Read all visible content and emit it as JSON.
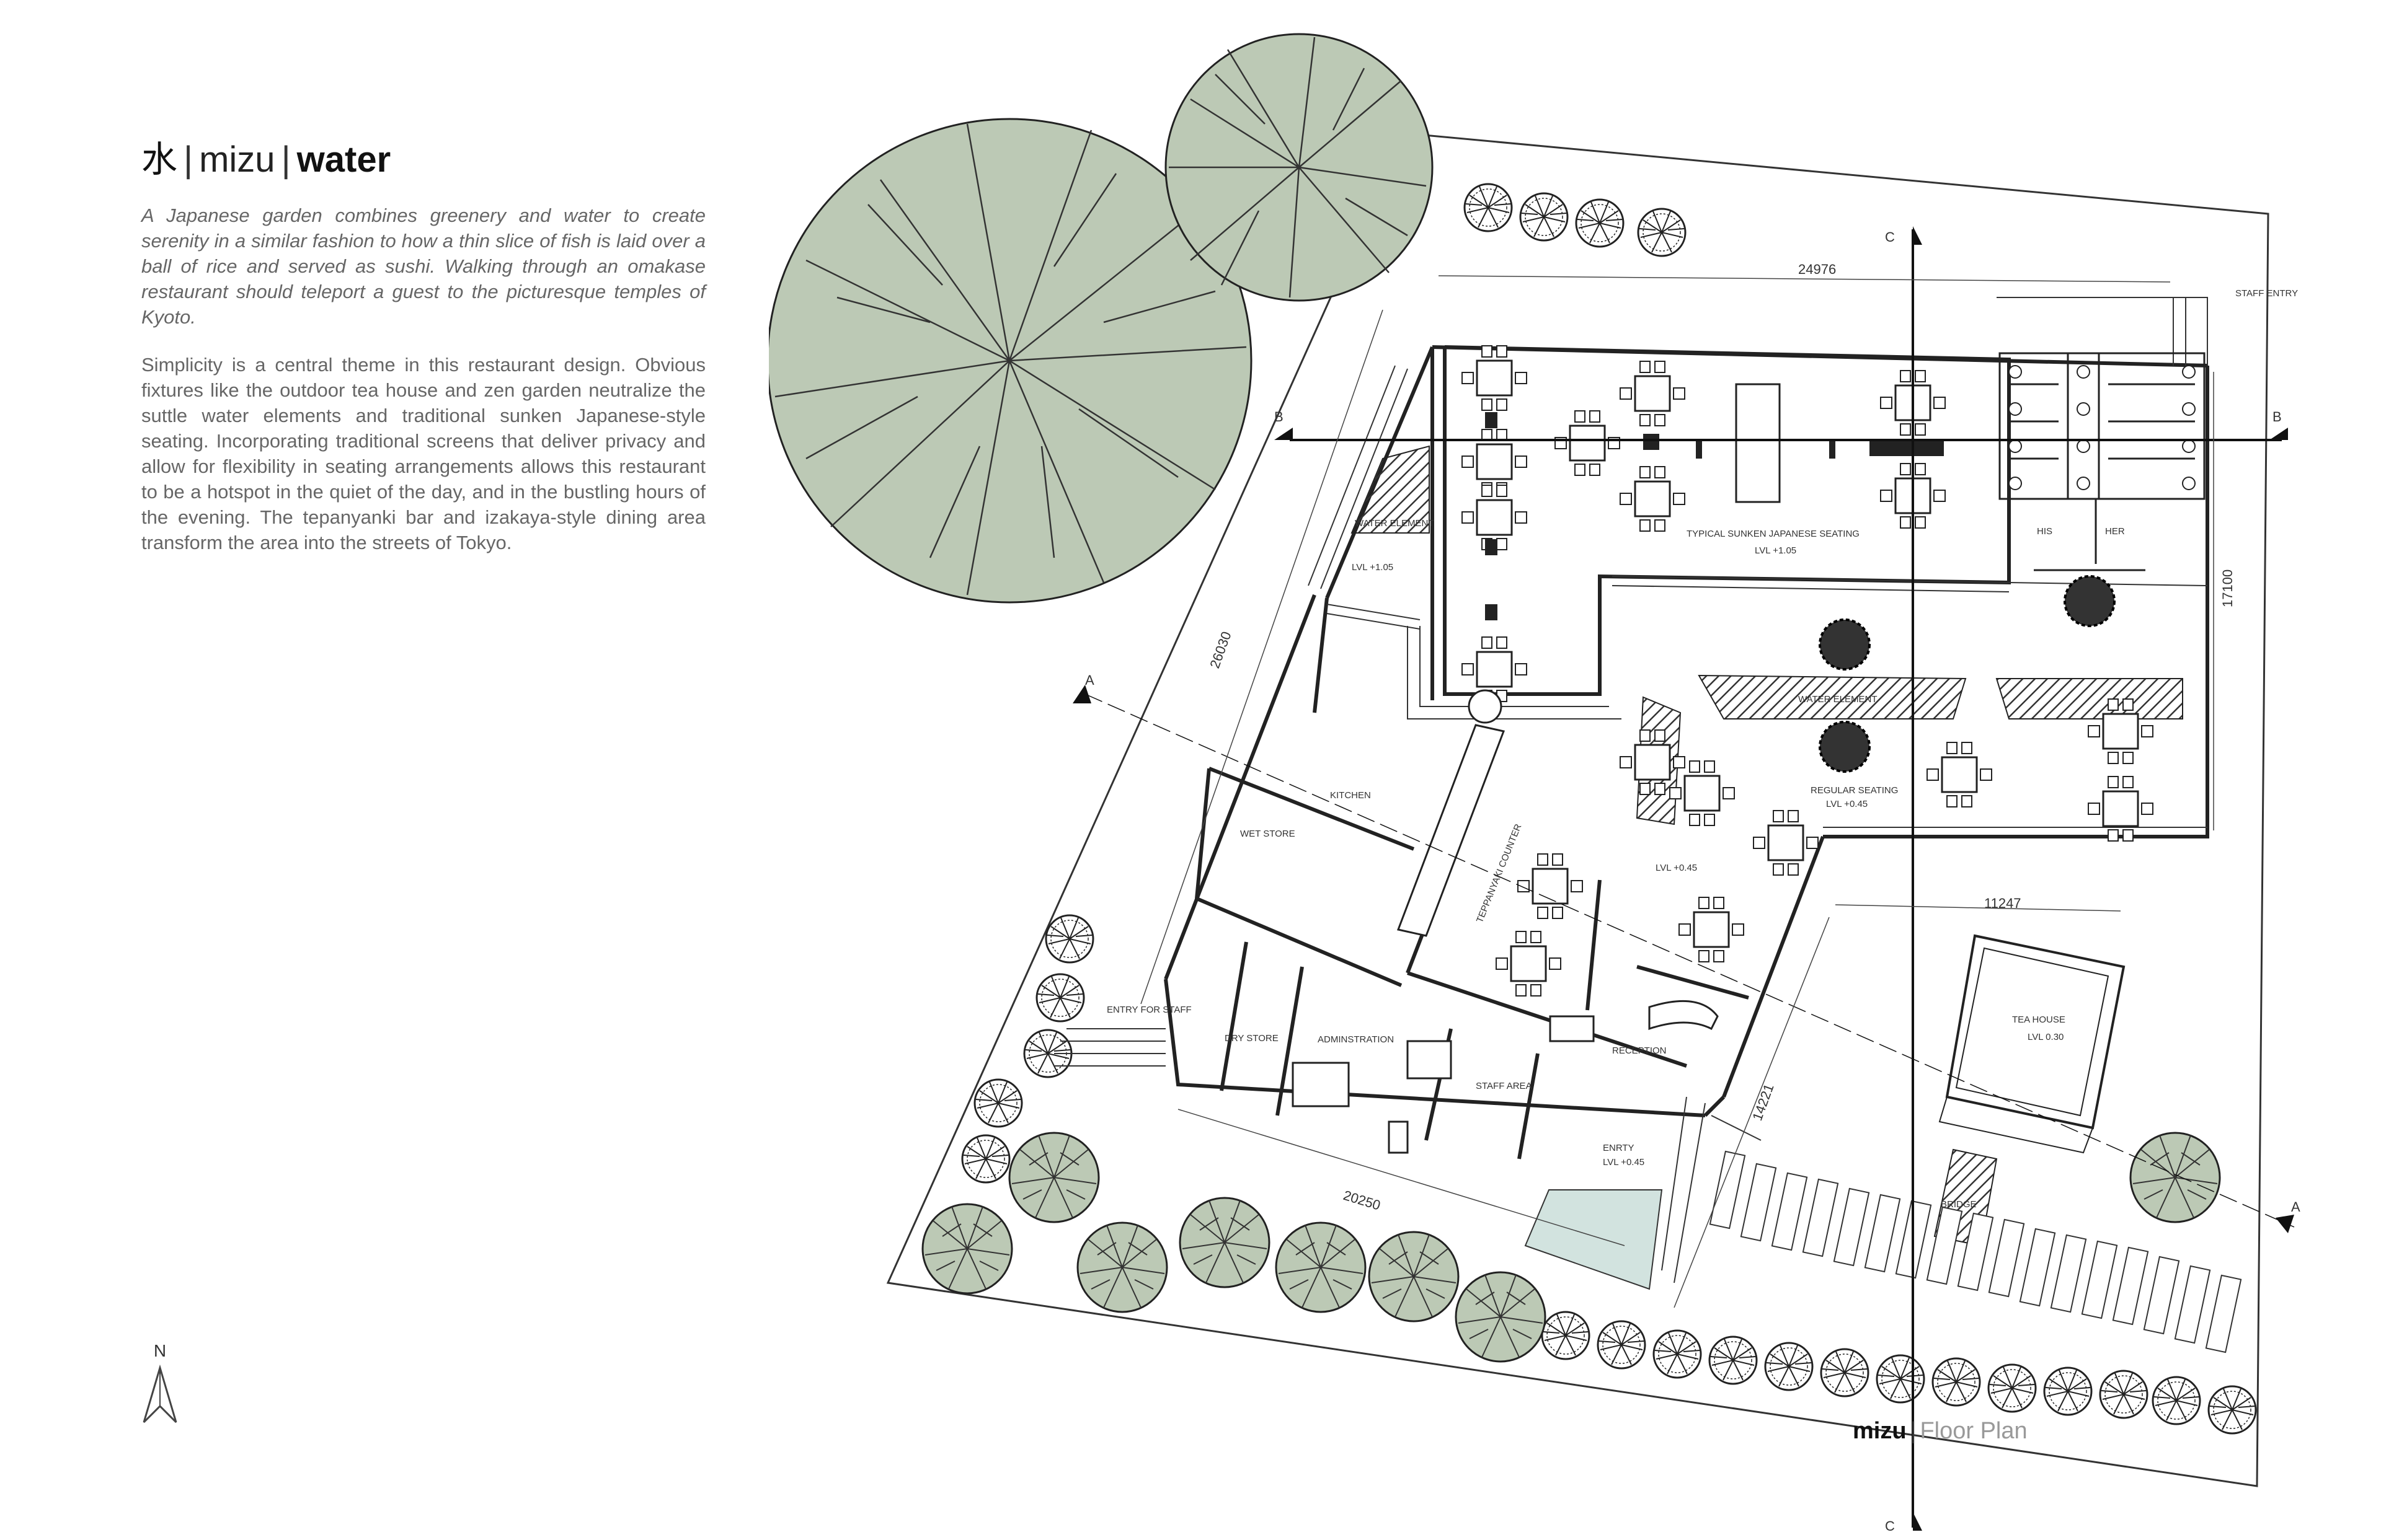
{
  "header": {
    "kanji": "水",
    "separator": "|",
    "romaji": "mizu",
    "english": "water"
  },
  "intro": {
    "paragraph_1": "A Japanese garden combines greenery and water to create serenity in a similar fashion to how a thin slice of fish is laid over a ball of rice and served as sushi. Walking through an omakase restaurant should teleport a guest to the picturesque temples of Kyoto.",
    "paragraph_2": "Simplicity is a central theme in this restaurant design. Obvious fixtures like the outdoor tea house and zen garden neutralize the suttle water elements and traditional sunken Japanese-style seating. Incorporating traditional screens that deliver privacy and allow for flexibility in seating arrangements allows this restaurant to be a hotspot in the quiet of the day, and in the bustling hours of the evening. The tepanyanki bar and izakaya-style dining area transform the area into the streets of Tokyo."
  },
  "north_arrow": {
    "label": "N",
    "icon": "north-arrow-icon"
  },
  "caption": {
    "bold": "mizu",
    "separator": "|",
    "light": "Floor Plan"
  },
  "colors": {
    "tree_fill": "#bcc9b5",
    "water_fill": "#d2e3df",
    "line": "#2a2a2a"
  },
  "plan": {
    "rooms": {
      "sunken_seating": "TYPICAL SUNKEN JAPANESE SEATING",
      "sunken_level": "LVL +1.05",
      "water_element_left": "WATER ELEMENT",
      "left_level": "LVL +1.05",
      "his": "HIS",
      "her": "HER",
      "water_element_mid": "WATER ELEMENT",
      "regular_seating": "REGULAR SEATING",
      "regular_level": "LVL +0.45",
      "dining_level": "LVL +0.45",
      "kitchen": "KITCHEN",
      "wet_store": "WET STORE",
      "teppanyaki": "TEPPANYAKI COUNTER",
      "dry_store": "DRY STORE",
      "administration": "ADMINSTRATION",
      "staff_area": "STAFF AREA",
      "reception": "RECEPTION",
      "entry": "ENRTY",
      "entry_level": "LVL +0.45",
      "entry_for_staff": "ENTRY FOR STAFF",
      "staff_entry": "STAFF ENTRY",
      "tea_house": "TEA HOUSE",
      "tea_house_level": "LVL 0.30",
      "bridge": "BRIDGE"
    },
    "dimensions": {
      "top": "24976",
      "right": "17100",
      "left": "26030",
      "bottom": "20250",
      "tea_width": "11247",
      "tea_depth": "14221"
    },
    "section_marks": {
      "a": "A",
      "b": "B",
      "c": "C"
    }
  }
}
